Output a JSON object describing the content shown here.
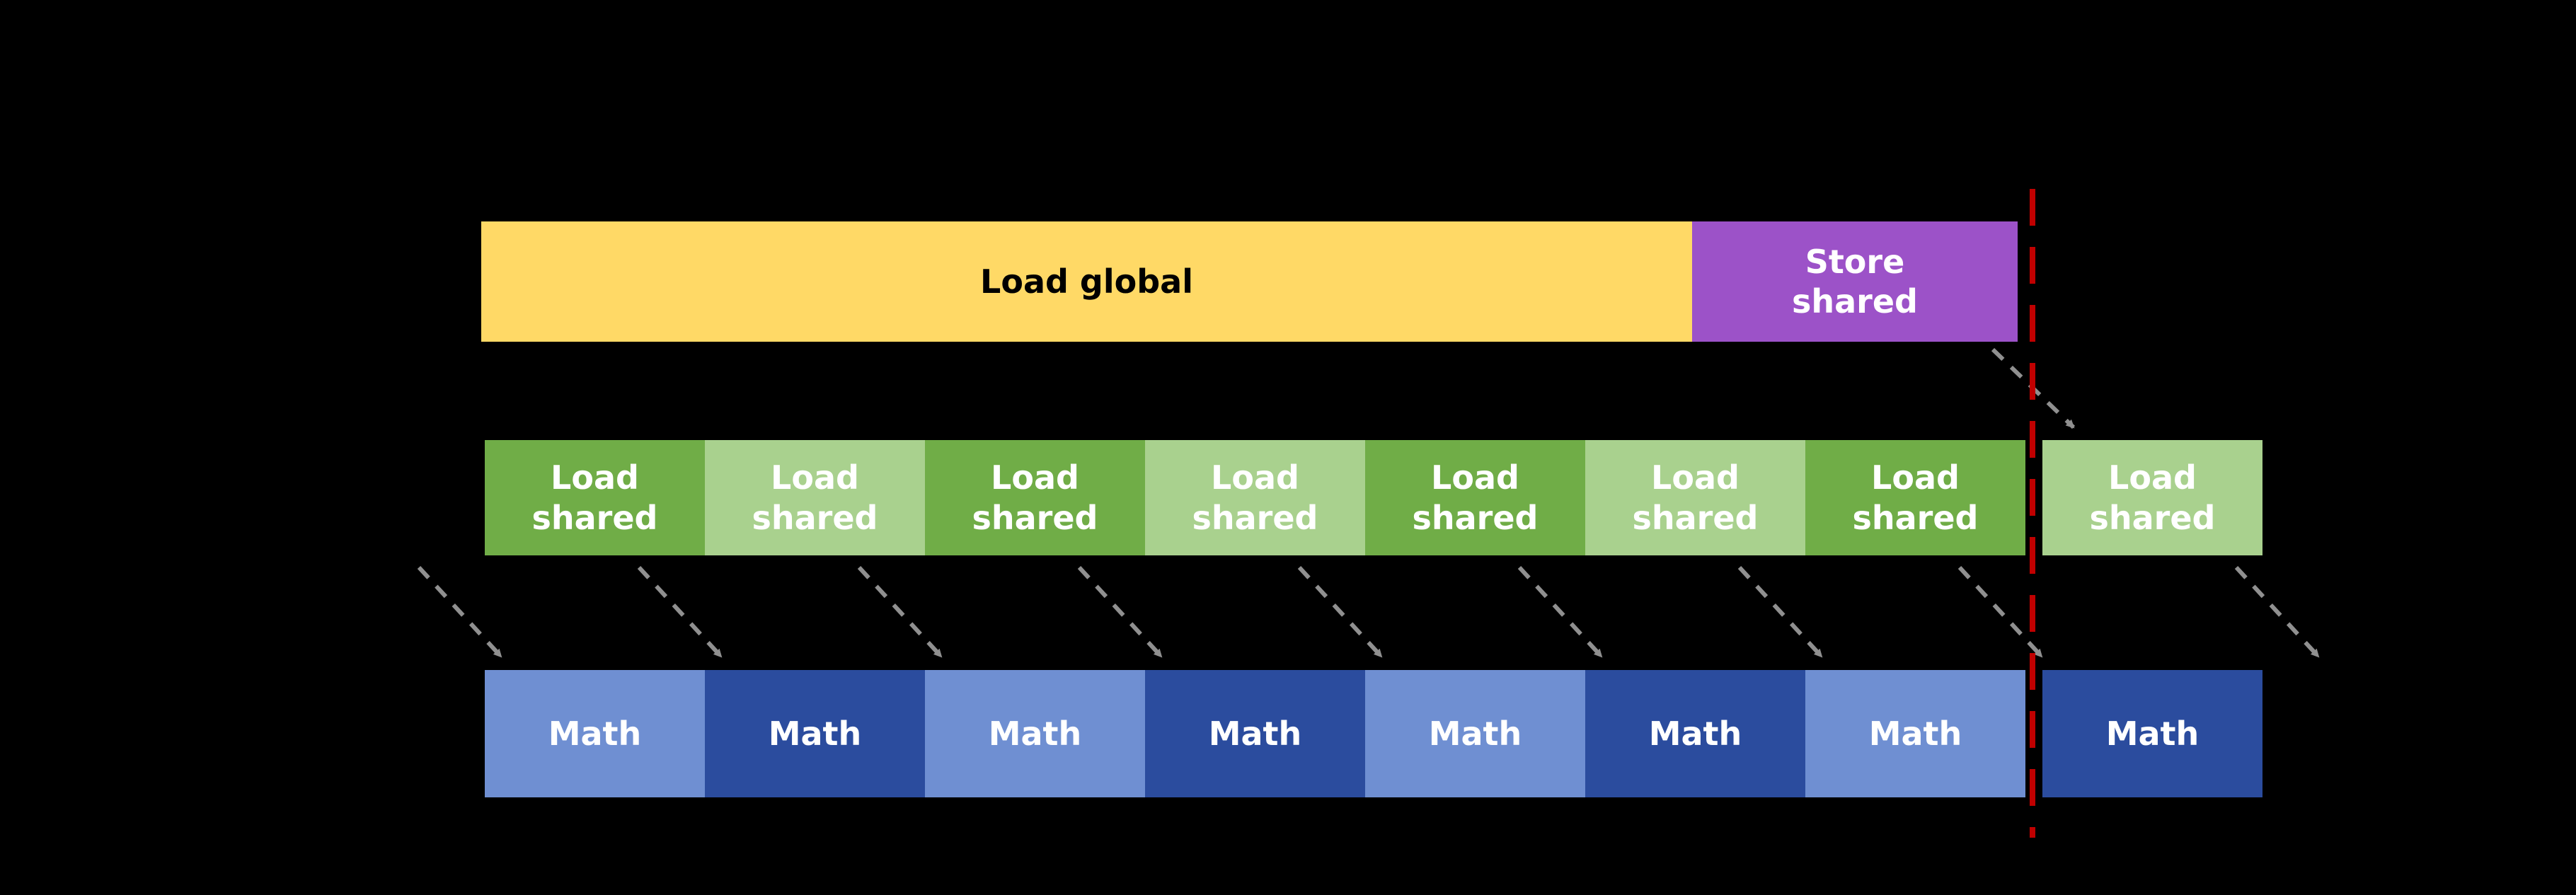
{
  "diagram": {
    "background": "#000000",
    "colors": {
      "load_global_fill": "#FFD966",
      "store_shared_fill": "#9C52C8",
      "load_shared_dark_fill": "#70AD47",
      "load_shared_light_fill": "#A9D18E",
      "math_light_fill": "#6F8FD2",
      "math_dark_fill": "#2B4C9E",
      "arrow": "#909090",
      "barrier": "#C00000",
      "load_global_text": "#000000",
      "block_text": "#FFFFFF"
    },
    "load_global": {
      "label": "Load global"
    },
    "store_shared": {
      "label": "Store shared"
    },
    "load_shared_blocks": [
      {
        "label": "Load shared"
      },
      {
        "label": "Load shared"
      },
      {
        "label": "Load shared"
      },
      {
        "label": "Load shared"
      },
      {
        "label": "Load shared"
      },
      {
        "label": "Load shared"
      },
      {
        "label": "Load shared"
      },
      {
        "label": "Load shared"
      }
    ],
    "math_blocks": [
      {
        "label": "Math"
      },
      {
        "label": "Math"
      },
      {
        "label": "Math"
      },
      {
        "label": "Math"
      },
      {
        "label": "Math"
      },
      {
        "label": "Math"
      },
      {
        "label": "Math"
      },
      {
        "label": "Math"
      }
    ]
  }
}
